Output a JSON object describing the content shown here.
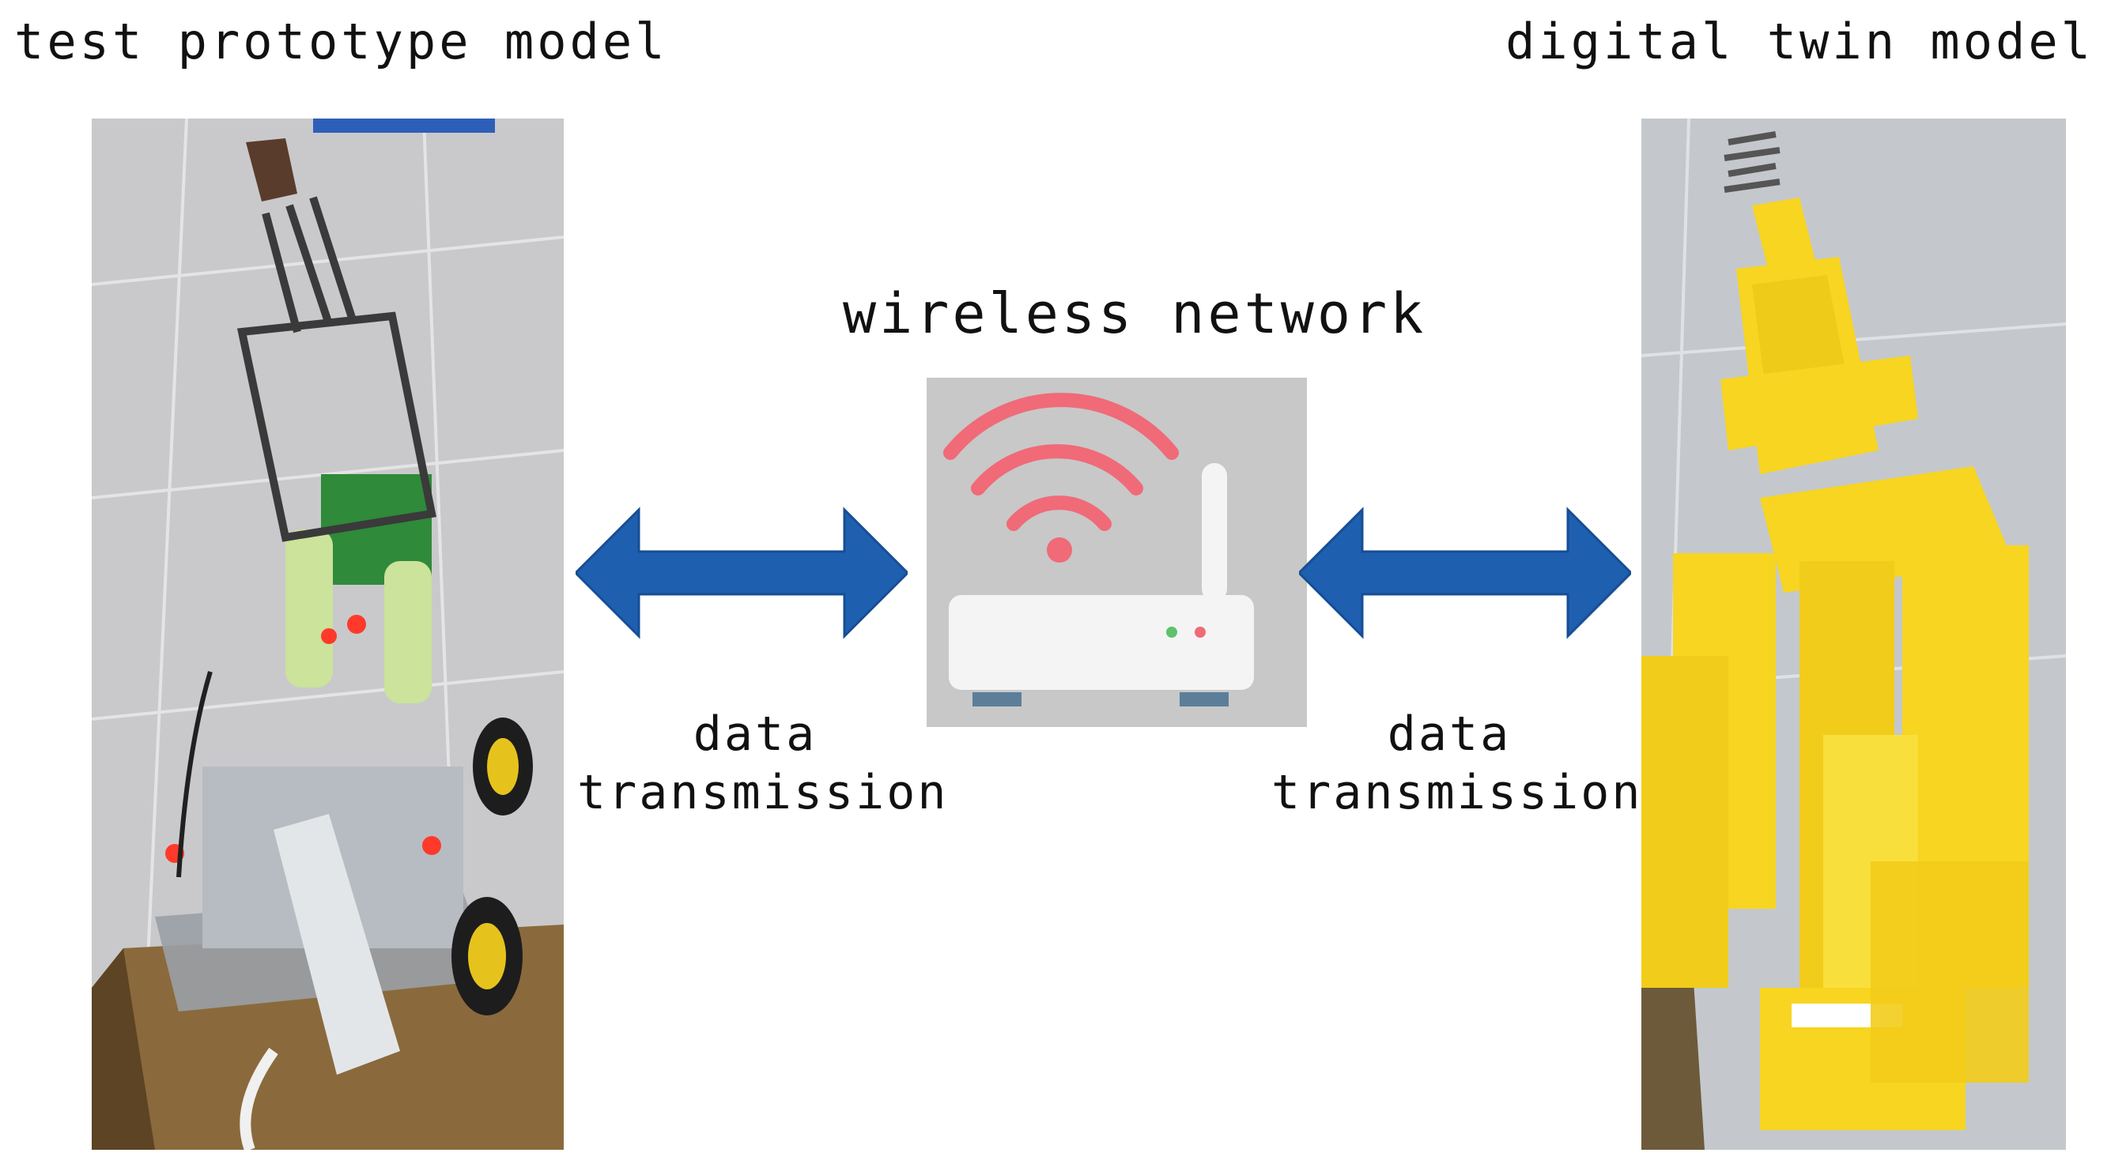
{
  "labels": {
    "left_title": "test prototype model",
    "right_title": "digital twin model",
    "center_title": "wireless network",
    "left_arrow_line1": "data",
    "left_arrow_line2": "transmission",
    "right_arrow_line1": "data",
    "right_arrow_line2": "transmission"
  },
  "colors": {
    "arrow_fill": "#1f5fb0",
    "router_panel": "#c8c8c8",
    "wifi_signal": "#f06a78",
    "router_body": "#f4f4f4",
    "router_feet": "#5c7e99",
    "twin_yellow": "#f7d520"
  },
  "icons": {
    "center": "wifi-router-icon",
    "left_arrow": "double-arrow-icon",
    "right_arrow": "double-arrow-icon"
  }
}
